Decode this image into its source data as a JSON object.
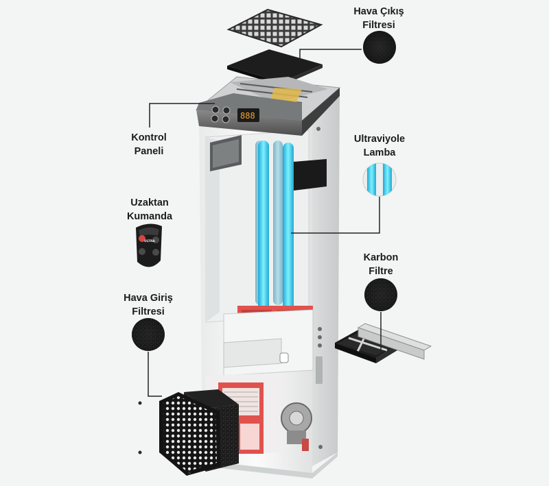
{
  "labels": {
    "outlet_filter": [
      "Hava Çıkış",
      "Filtresi"
    ],
    "control_panel": [
      "Kontrol",
      "Paneli"
    ],
    "remote": [
      "Uzaktan",
      "Kumanda"
    ],
    "intake_filter": [
      "Hava Giriş",
      "Filtresi"
    ],
    "uv_lamp": [
      "Ultraviyole",
      "Lamba"
    ],
    "carbon_filter": [
      "Karbon",
      "Filtre"
    ]
  },
  "remote_brand": "ULTRA",
  "colors": {
    "background": "#f3f4f4",
    "uv_cyan": "#3fd3f2",
    "accent_red": "#e0524d",
    "filter_black": "#1a1a1a",
    "body_white": "#f7f7f7",
    "panel_gray": "#6e6e6e",
    "leader_line": "#222222"
  }
}
